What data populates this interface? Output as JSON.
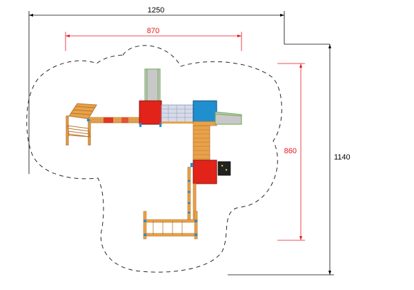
{
  "dimensions": {
    "overall_width": "1250",
    "overall_height": "1140",
    "structure_width": "870",
    "structure_height": "860"
  },
  "colors": {
    "outline": "#000000",
    "dimension_red": "#e8141b",
    "wood": "#e8a24a",
    "wood_dark": "#b8732a",
    "tower_red": "#e2231a",
    "tower_blue": "#1f8fd0",
    "slide_grey": "#c8c8c8",
    "slide_green": "#6aa84f",
    "board_black": "#222222",
    "net_grey": "#b9c1d6"
  }
}
